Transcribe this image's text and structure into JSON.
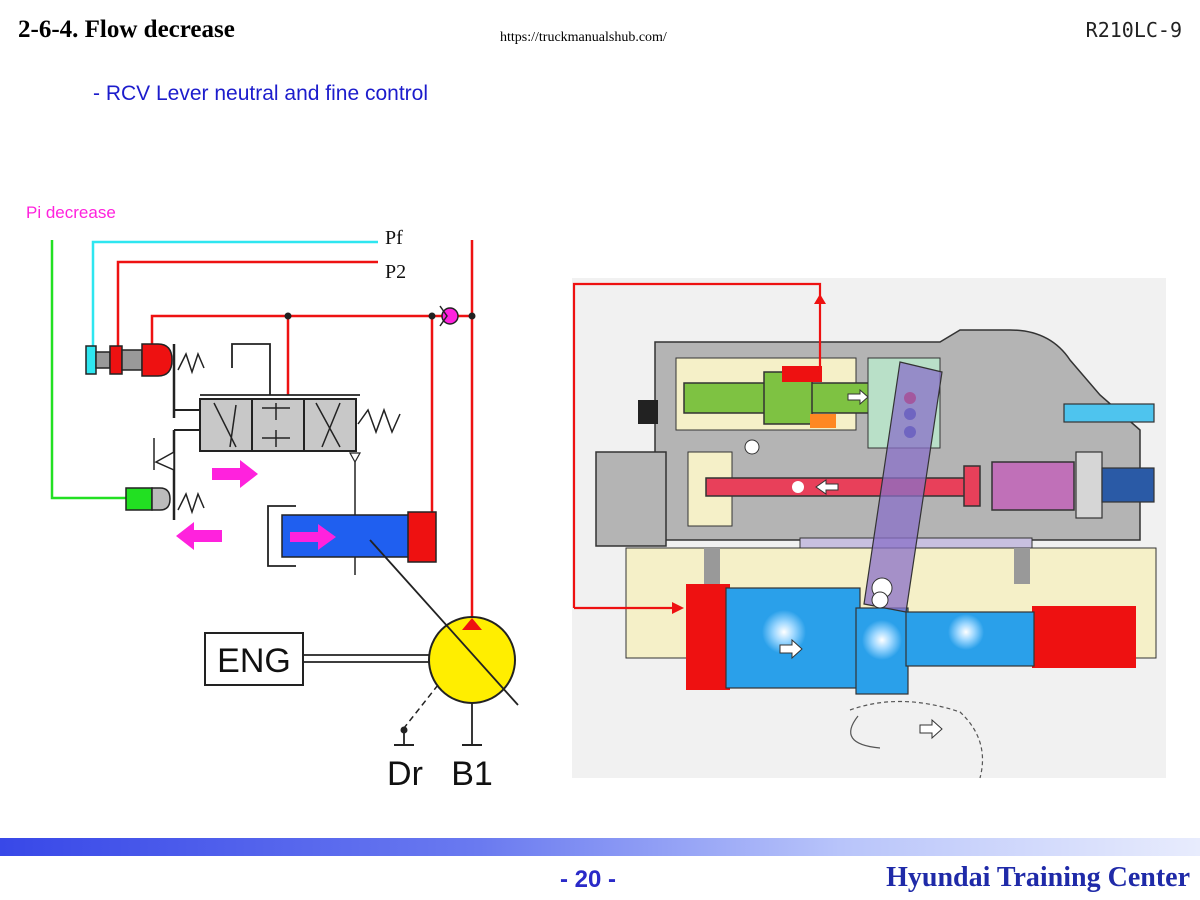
{
  "header": {
    "section_title": "2-6-4. Flow decrease",
    "source_url": "https://truckmanualshub.com/",
    "model_code": "R210LC-9"
  },
  "subtitle": "- RCV Lever neutral and fine control",
  "schematic": {
    "pi_label": "Pi decrease",
    "pf_label": "Pf",
    "p2_label": "P2",
    "eng_label": "ENG",
    "dr_label": "Dr",
    "b1_label": "B1"
  },
  "footer": {
    "page_number": "- 20 -",
    "brand": "Hyundai Training Center"
  },
  "colors": {
    "pilot_green": "#22e022",
    "pf_cyan": "#2ee6f0",
    "pressure_red": "#ee1111",
    "arrow_magenta": "#ff22dd",
    "cylinder_blue": "#1f5ff0",
    "pump_yellow": "#ffee00",
    "title_blue": "#1c1ccc"
  }
}
